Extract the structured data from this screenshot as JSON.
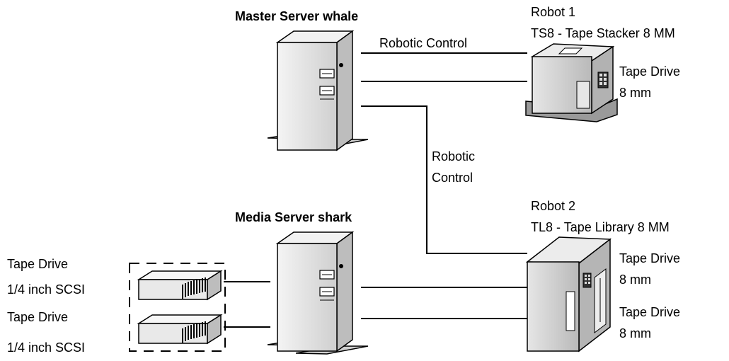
{
  "master_server": {
    "label": "Master Server whale"
  },
  "media_server": {
    "label": "Media Server shark"
  },
  "robot1": {
    "name": "Robot 1",
    "type": "TS8 - Tape Stacker 8 MM",
    "drive_label": "Tape Drive",
    "drive_size": "8 mm"
  },
  "robot2": {
    "name": "Robot 2",
    "type": "TL8 - Tape Library 8 MM",
    "drives": [
      {
        "label": "Tape Drive",
        "size": "8 mm"
      },
      {
        "label": "Tape Drive",
        "size": "8 mm"
      }
    ]
  },
  "connections": {
    "robotic_control_1": "Robotic Control",
    "robotic_control_2_line1": "Robotic",
    "robotic_control_2_line2": "Control"
  },
  "scsi_drives": [
    {
      "label": "Tape Drive",
      "type": "1/4 inch SCSI"
    },
    {
      "label": "Tape Drive",
      "type": "1/4 inch SCSI"
    }
  ],
  "colors": {
    "line": "#000000",
    "server_body": "#e4e4e4",
    "robot_body": "#d3d3d3",
    "robot_shadow": "#9a9a9a",
    "drive_body": "#eeeeee"
  }
}
